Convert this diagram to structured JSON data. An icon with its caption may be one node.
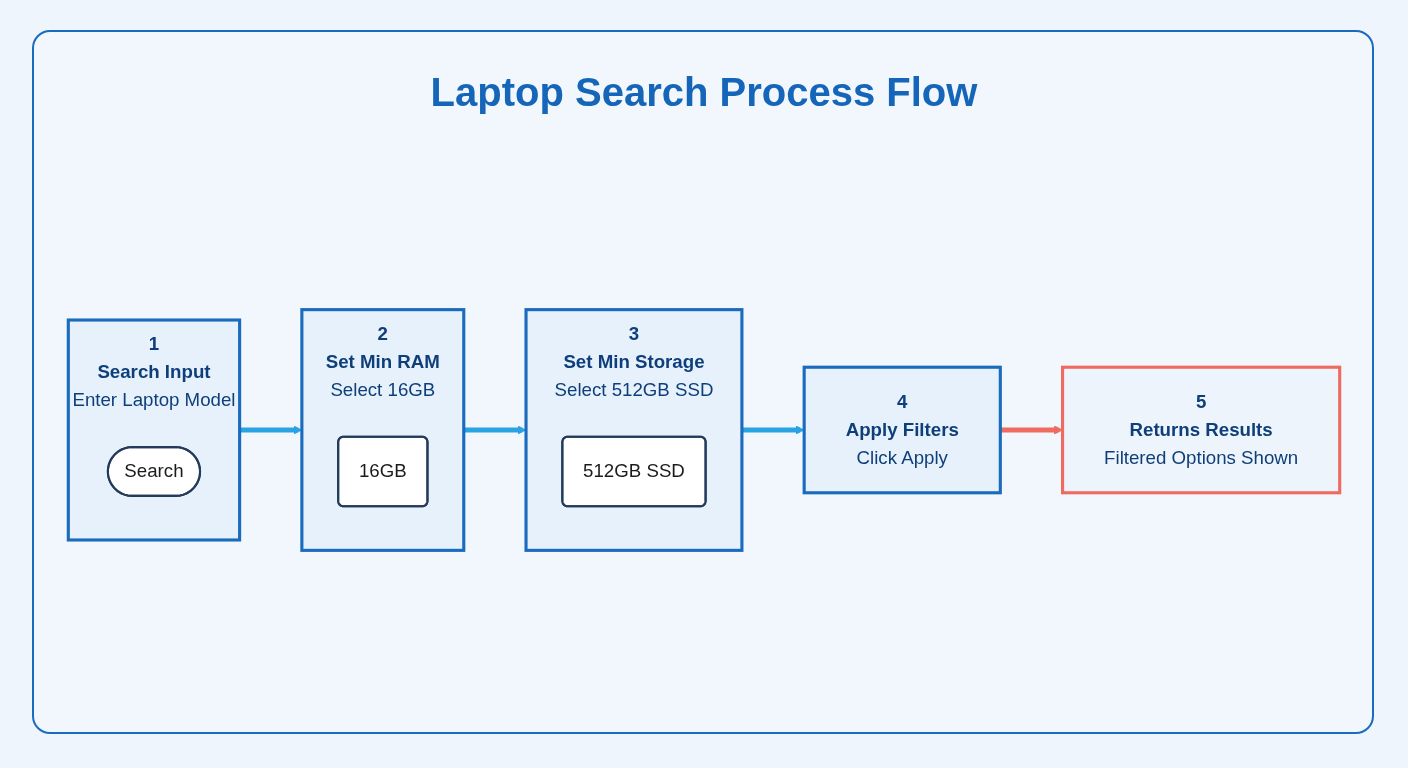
{
  "diagram": {
    "title": "Laptop Search Process Flow",
    "nodes": [
      {
        "text": [
          "1",
          "Search Input",
          "Enter Laptop Model"
        ]
      },
      {
        "text": [
          "Search"
        ],
        "in": 0
      },
      {
        "text": [
          "2",
          "Set Min RAM",
          "Select 16GB"
        ]
      },
      {
        "text": [
          "16GB"
        ],
        "in": 2
      },
      {
        "text": [
          "3",
          "Set Min Storage",
          "Select 512GB SSD"
        ]
      },
      {
        "text": [
          "512GB SSD"
        ],
        "in": 4
      },
      {
        "text": [
          "4",
          "Apply Filters",
          "Click Apply"
        ]
      },
      {
        "text": [
          "5",
          "Returns Results",
          "Filtered Options Shown"
        ]
      }
    ],
    "edges": [
      {
        "from": 0,
        "to": 2,
        "arrow": "to"
      },
      {
        "from": 2,
        "to": 4,
        "arrow": "to"
      },
      {
        "from": 4,
        "to": 6,
        "arrow": "to"
      },
      {
        "from": 6,
        "to": 7,
        "arrow": "to",
        "color": "#ef6a5f"
      }
    ]
  }
}
